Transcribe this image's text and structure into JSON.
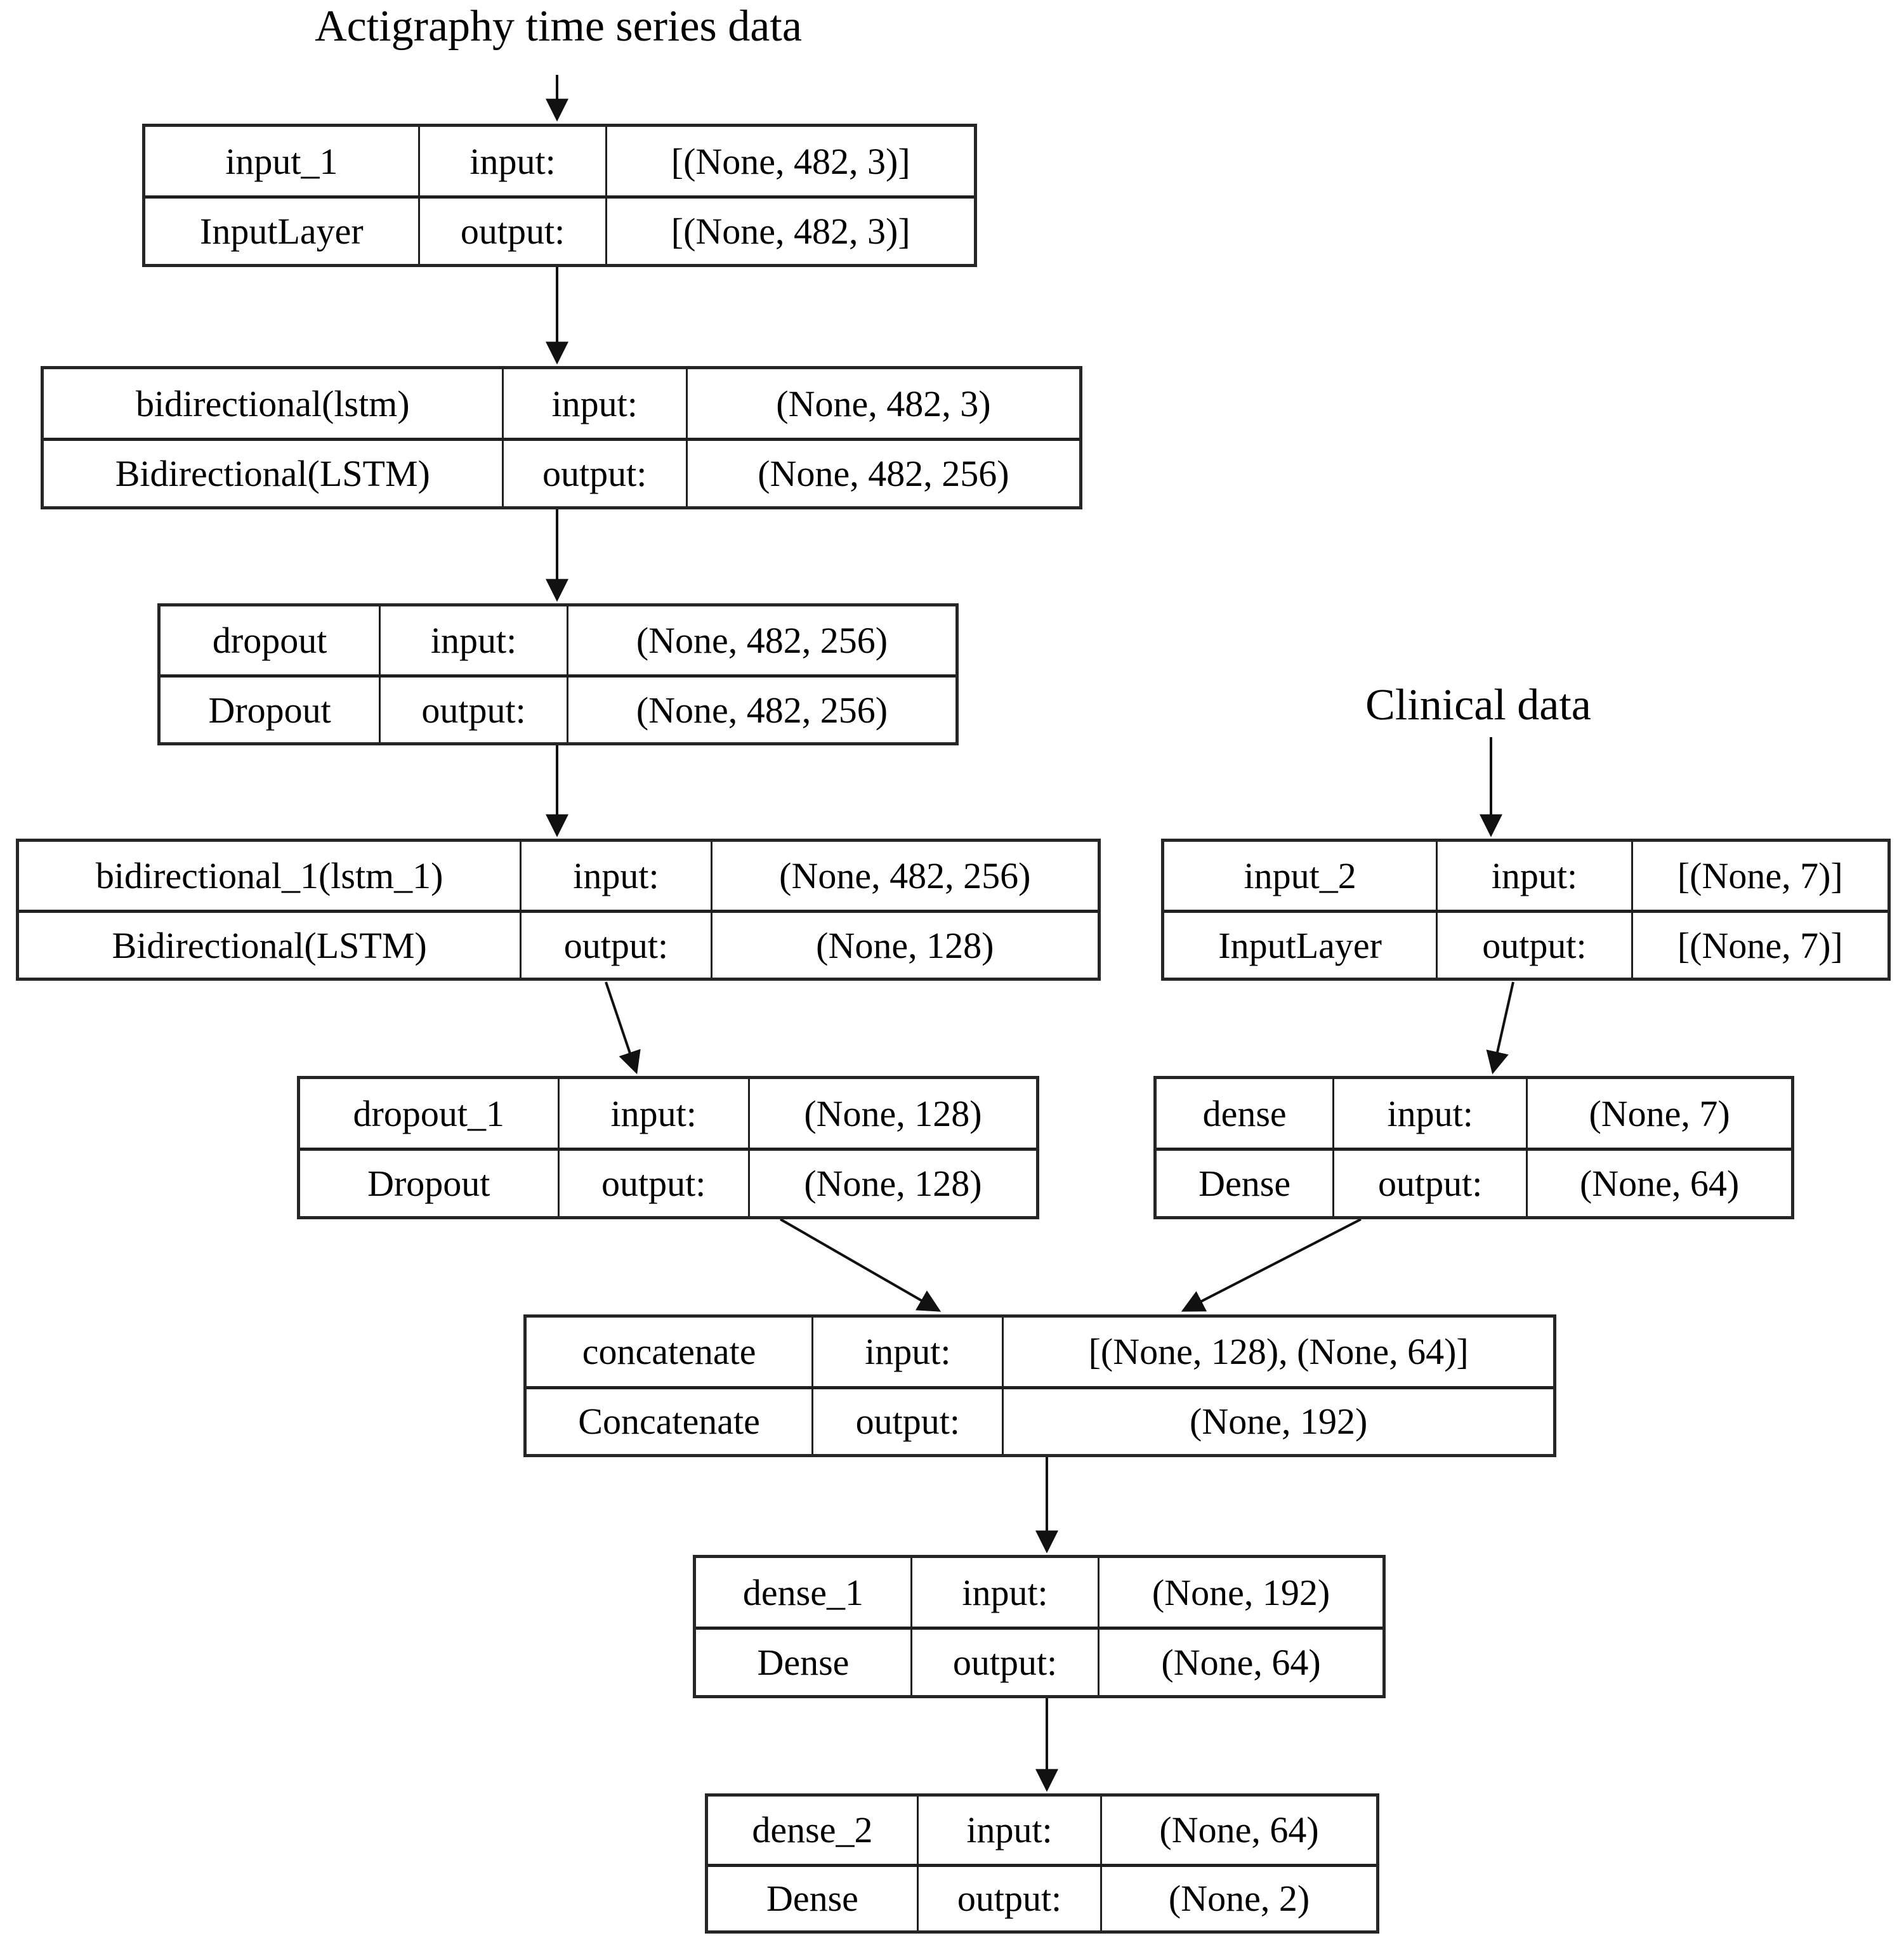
{
  "diagram": {
    "type": "neural-network-architecture",
    "background": "#ffffff",
    "line_color": "#1a1a1a",
    "text_color": "#000000"
  },
  "labels": {
    "input": "input:",
    "output": "output:"
  },
  "annotations": [
    {
      "text": "Actigraphy time series data"
    },
    {
      "text": "Clinical data"
    }
  ],
  "nodes": [
    {
      "name": "input_1",
      "type": "InputLayer",
      "input_shape": "[(None, 482, 3)]",
      "output_shape": "[(None, 482, 3)]"
    },
    {
      "name": "bidirectional(lstm)",
      "type": "Bidirectional(LSTM)",
      "input_shape": "(None, 482, 3)",
      "output_shape": "(None, 482, 256)"
    },
    {
      "name": "dropout",
      "type": "Dropout",
      "input_shape": "(None, 482, 256)",
      "output_shape": "(None, 482, 256)"
    },
    {
      "name": "bidirectional_1(lstm_1)",
      "type": "Bidirectional(LSTM)",
      "input_shape": "(None, 482, 256)",
      "output_shape": "(None, 128)"
    },
    {
      "name": "input_2",
      "type": "InputLayer",
      "input_shape": "[(None, 7)]",
      "output_shape": "[(None, 7)]"
    },
    {
      "name": "dropout_1",
      "type": "Dropout",
      "input_shape": "(None, 128)",
      "output_shape": "(None, 128)"
    },
    {
      "name": "dense",
      "type": "Dense",
      "input_shape": "(None, 7)",
      "output_shape": "(None, 64)"
    },
    {
      "name": "concatenate",
      "type": "Concatenate",
      "input_shape": "[(None, 128), (None, 64)]",
      "output_shape": "(None, 192)"
    },
    {
      "name": "dense_1",
      "type": "Dense",
      "input_shape": "(None, 192)",
      "output_shape": "(None, 64)"
    },
    {
      "name": "dense_2",
      "type": "Dense",
      "input_shape": "(None, 64)",
      "output_shape": "(None, 2)"
    }
  ],
  "edges": [
    {
      "from": "Actigraphy time series data",
      "to": "input_1"
    },
    {
      "from": "input_1",
      "to": "bidirectional(lstm)"
    },
    {
      "from": "bidirectional(lstm)",
      "to": "dropout"
    },
    {
      "from": "dropout",
      "to": "bidirectional_1(lstm_1)"
    },
    {
      "from": "Clinical data",
      "to": "input_2"
    },
    {
      "from": "bidirectional_1(lstm_1)",
      "to": "dropout_1"
    },
    {
      "from": "input_2",
      "to": "dense"
    },
    {
      "from": "dropout_1",
      "to": "concatenate"
    },
    {
      "from": "dense",
      "to": "concatenate"
    },
    {
      "from": "concatenate",
      "to": "dense_1"
    },
    {
      "from": "dense_1",
      "to": "dense_2"
    }
  ]
}
